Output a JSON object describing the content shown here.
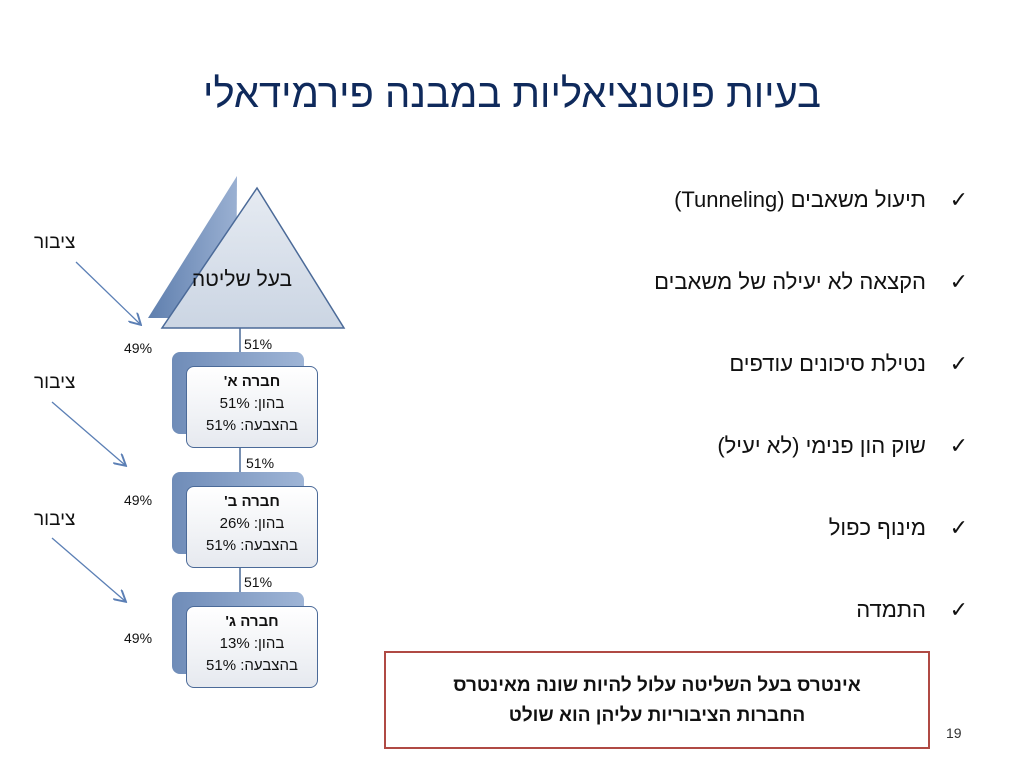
{
  "title": "בעיות פוטנציאליות במבנה פירמידאלי",
  "diagram": {
    "apex_label": "בעל שליטה",
    "public_label": "ציבור",
    "stake_labels": [
      "51%",
      "51%",
      "51%"
    ],
    "public_stake_labels": [
      "49%",
      "49%",
      "49%"
    ],
    "companies": [
      {
        "name": "חברה א'",
        "capital": "בהון: 51%",
        "votes": "בהצבעה: 51%"
      },
      {
        "name": "חברה ב'",
        "capital": "בהון: 26%",
        "votes": "בהצבעה: 51%"
      },
      {
        "name": "חברה ג'",
        "capital": "בהון: 13%",
        "votes": "בהצבעה: 51%"
      }
    ],
    "colors": {
      "accent": "#4b6a98",
      "arrow": "#5b7fb5",
      "callout_border": "#b04a44"
    }
  },
  "bullets": [
    "תיעול משאבים (Tunneling)",
    "הקצאה לא יעילה של משאבים",
    "נטילת סיכונים עודפים",
    "שוק הון פנימי (לא יעיל)",
    "מינוף כפול",
    "התמדה"
  ],
  "bullet_icon": "checkmark-icon",
  "bullet_glyph": "✓",
  "callout": {
    "line1": "אינטרס בעל השליטה עלול להיות שונה מאינטרס",
    "line2": "החברות הציבוריות עליהן הוא שולט"
  },
  "page_number": "19"
}
